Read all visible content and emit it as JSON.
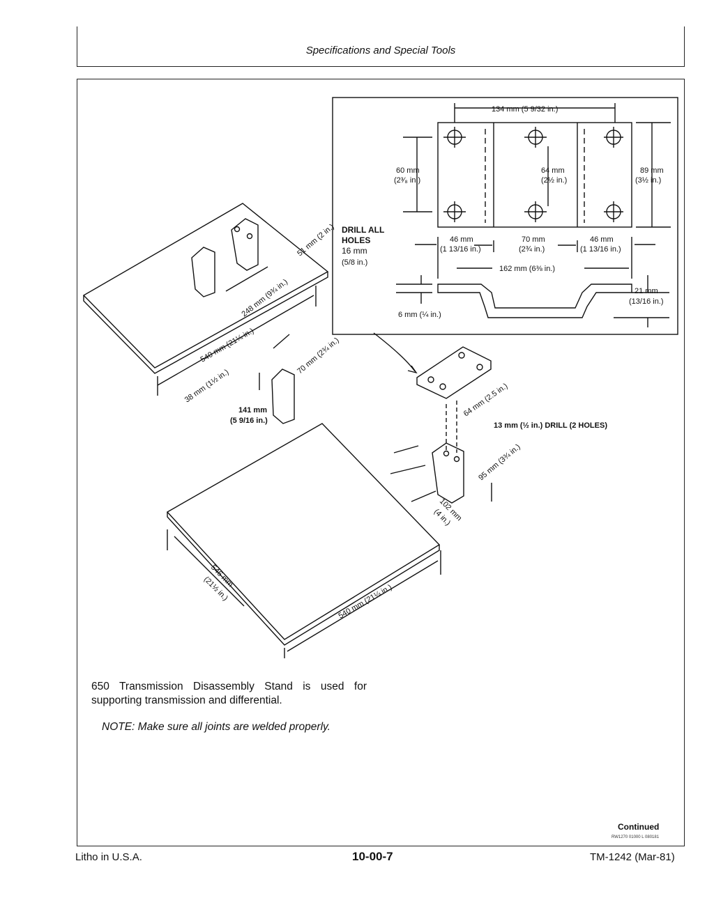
{
  "header": {
    "title": "Specifications and Special Tools"
  },
  "detail_box": {
    "top_width": "134 mm (5 9/32 in.)",
    "left_height_mm": "60 mm",
    "left_height_in": "(2³⁄₈ in.)",
    "center_height_mm": "64 mm",
    "center_height_in": "(2½ in.)",
    "right_height_mm": "89 mm",
    "right_height_in": "(3½ in.)",
    "drill_label_1": "DRILL ALL",
    "drill_label_2": "HOLES",
    "drill_size_mm": "16 mm",
    "drill_size_in": "(5/8 in.)",
    "left_seg_mm": "46 mm",
    "left_seg_in": "(1 13/16 in.)",
    "mid_seg_mm": "70 mm",
    "mid_seg_in": "(2¾ in.)",
    "right_seg_mm": "46 mm",
    "right_seg_in": "(1 13/16 in.)",
    "total_width": "162 mm (6⅜ in.)",
    "thickness": "6 mm (¼ in.)",
    "depth_mm": "21 mm",
    "depth_in": "(13/16 in.)"
  },
  "drawing_labels": {
    "d51": "51 mm (2 in.)",
    "d248": "248 mm (9¾ in.)",
    "d540a": "540 mm (21¼ in.)",
    "d70": "70 mm (2¾ in.)",
    "d38": "38 mm (1½ in.)",
    "d141_mm": "141 mm",
    "d141_in": "(5 9/16 in.)",
    "d64": "64 mm (2.5 in.)",
    "d13": "13 mm (½ in.) DRILL (2 HOLES)",
    "d95": "95 mm (3¾ in.)",
    "d102_mm": "102 mm",
    "d102_in": "(4 in.)",
    "d546_mm": "546 mm",
    "d546_in": "(21½ in.)",
    "d540b": "540 mm (21¼ in.)"
  },
  "caption": "650 Transmission Disassembly Stand is used for supporting transmission and differential.",
  "note": "NOTE: Make sure all joints are welded properly.",
  "continued": "Continued",
  "code": "RW1270 01000 L 080181",
  "footer": {
    "left": "Litho in U.S.A.",
    "center": "10-00-7",
    "right": "TM-1242 (Mar-81)"
  }
}
